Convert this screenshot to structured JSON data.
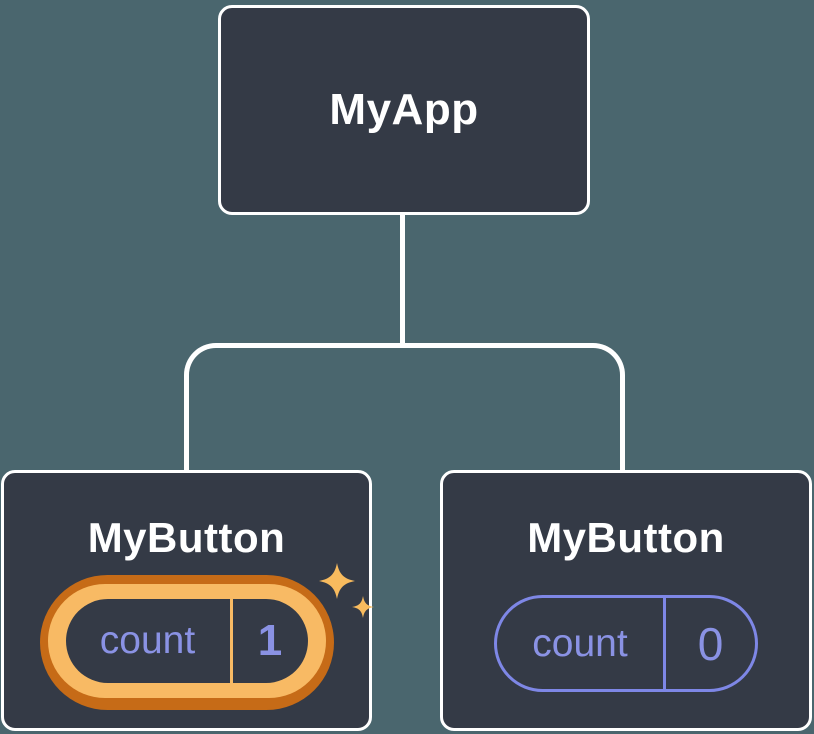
{
  "colors": {
    "canvas-bg": "#4A666E",
    "node-bg": "#343A46",
    "node-border": "#FFFFFF",
    "connector": "#FFFFFF",
    "title-text": "#FFFFFF",
    "state-text": "#8A92E4",
    "pill-border": "#7E87E6",
    "accent-dark-orange": "#C66B17",
    "accent-gold": "#F8BA64",
    "sparkle": "#F8BB5E"
  },
  "diagram": {
    "root": {
      "label": "MyApp"
    },
    "children": [
      {
        "label": "MyButton",
        "state_name": "count",
        "state_value": "1",
        "highlighted": true
      },
      {
        "label": "MyButton",
        "state_name": "count",
        "state_value": "0",
        "highlighted": false
      }
    ]
  }
}
